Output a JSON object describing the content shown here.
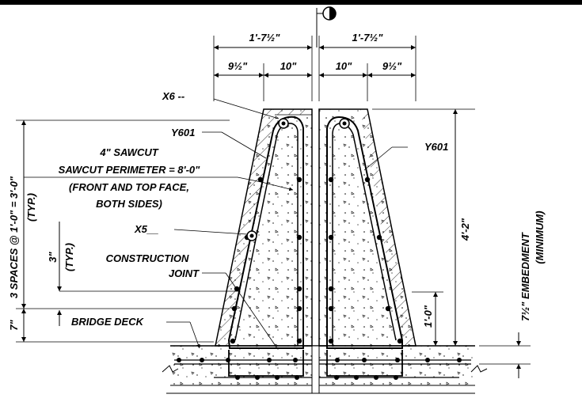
{
  "dimensions": {
    "left_overall": "1'-7½\"",
    "right_overall": "1'-7½\"",
    "left_outer": "9½\"",
    "left_inner": "10\"",
    "right_inner": "10\"",
    "right_outer": "9½\"",
    "height_right": "4'-2\"",
    "lower_right": "1'-0\"",
    "deck_thickness": "7\""
  },
  "labels": {
    "x6": "X6 --",
    "y601_left": "Y601",
    "y601_right": "Y601",
    "sawcut_1": "4\" SAWCUT",
    "sawcut_2": "SAWCUT PERIMETER = 8'-0\"",
    "sawcut_3": "(FRONT AND TOP FACE,",
    "sawcut_4": "BOTH SIDES)",
    "x5": "X5__",
    "construction_1": "CONSTRUCTION",
    "construction_2": "JOINT",
    "bridge_deck": "BRIDGE DECK",
    "spaces_vertical": "3 SPACES @ 1'-0\" = 3'-0\"",
    "typ_vertical": "(TYP.)",
    "three_in": "3\"",
    "typ2": "(TYP.)",
    "embed_1": "7½\" EMBEDMENT",
    "embed_2": "(MINIMUM)"
  },
  "colors": {
    "ink": "#000000",
    "background": "#ffffff"
  }
}
